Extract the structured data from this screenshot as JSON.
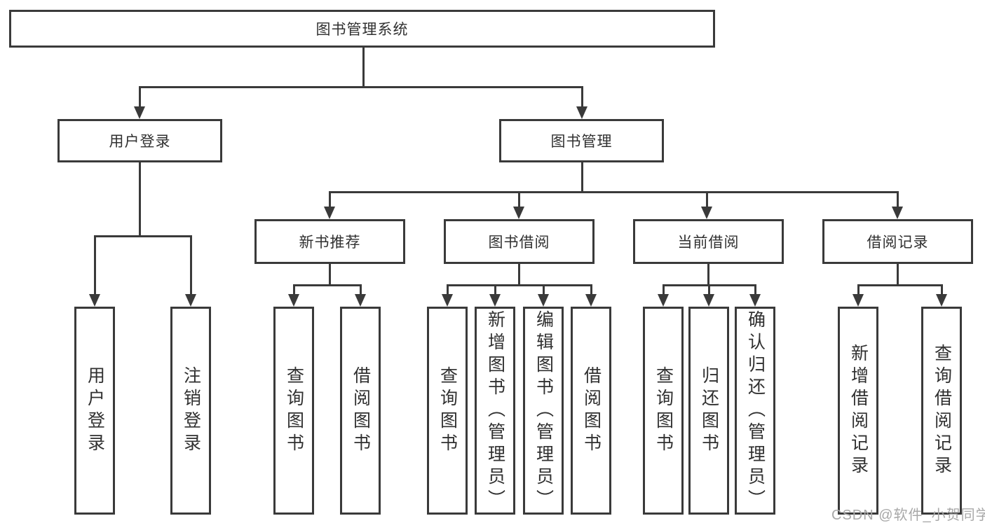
{
  "tree": {
    "root": "图书管理系统",
    "login": {
      "label": "用户登录",
      "children": [
        "用户登录",
        "注销登录"
      ]
    },
    "mgmt": {
      "label": "图书管理",
      "children": [
        {
          "label": "新书推荐",
          "children": [
            "查询图书",
            "借阅图书"
          ]
        },
        {
          "label": "图书借阅",
          "children": [
            "查询图书",
            "新增图书（管理员）",
            "编辑图书（管理员）",
            "借阅图书"
          ]
        },
        {
          "label": "当前借阅",
          "children": [
            "查询图书",
            "归还图书",
            "确认归还（管理员）"
          ]
        },
        {
          "label": "借阅记录",
          "children": [
            "新增借阅记录",
            "查询借阅记录"
          ]
        }
      ]
    }
  },
  "watermark": {
    "text": "CSDN @软件_小贺同学"
  },
  "colors": {
    "line": "#3a3a3a",
    "text": "#303030",
    "box_bg": "#ffffff",
    "page_bg": "#ffffff",
    "watermark": "#a8a8a8"
  }
}
